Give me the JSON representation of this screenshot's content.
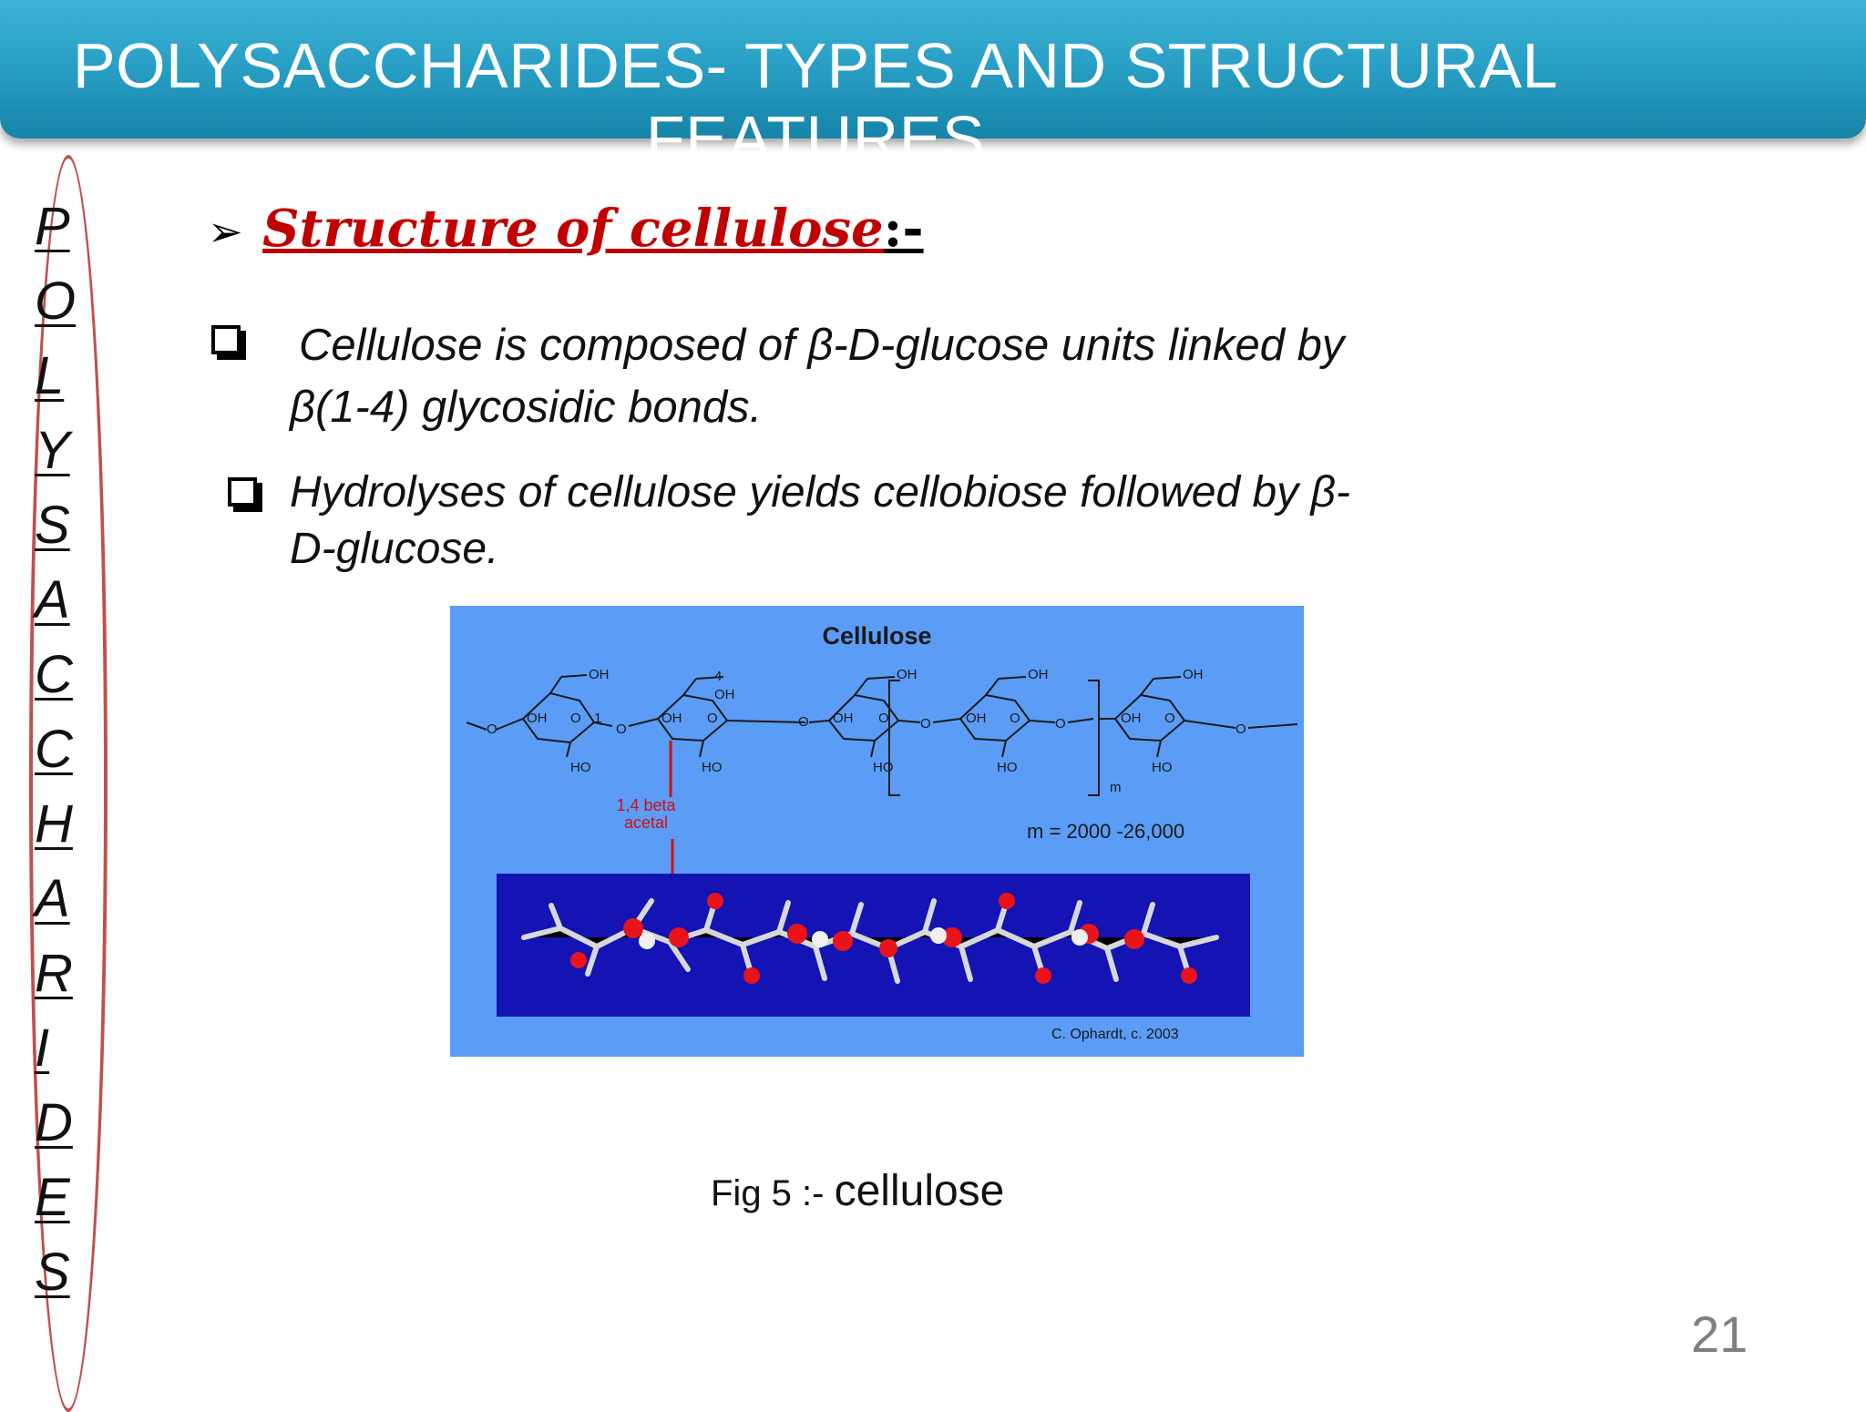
{
  "title": "POLYSACCHARIDES- TYPES AND STRUCTURAL FEATURES",
  "sidebar_letters": [
    "P",
    "O",
    "L",
    "Y",
    "S",
    "A",
    "C",
    "C",
    "H",
    "A",
    "R",
    "I",
    "D",
    "E",
    "S"
  ],
  "heading": {
    "arrow": "➢",
    "text": "Structure of cellulose",
    "suffix": ":-"
  },
  "bullets": [
    {
      "line1": "Cellulose is composed of β-D-glucose units linked by",
      "line2": "β(1-4) glycosidic bonds."
    },
    {
      "line1": "Hydrolyses of cellulose yields cellobiose followed by β-",
      "line2": "D-glucose."
    }
  ],
  "figure": {
    "title": "Cellulose",
    "acetal_label_line1": "1,4 beta",
    "acetal_label_line2": "acetal",
    "repeat_label": "m = 2000 -26,000",
    "bracket_subscript": "m",
    "credit": "C. Ophardt, c. 2003",
    "atom_labels": {
      "oh": "OH",
      "ho": "HO",
      "o": "O",
      "num1": "1",
      "num4": "4"
    }
  },
  "caption": {
    "prefix": "Fig 5 :- ",
    "text": "cellulose"
  },
  "page_number": "21"
}
